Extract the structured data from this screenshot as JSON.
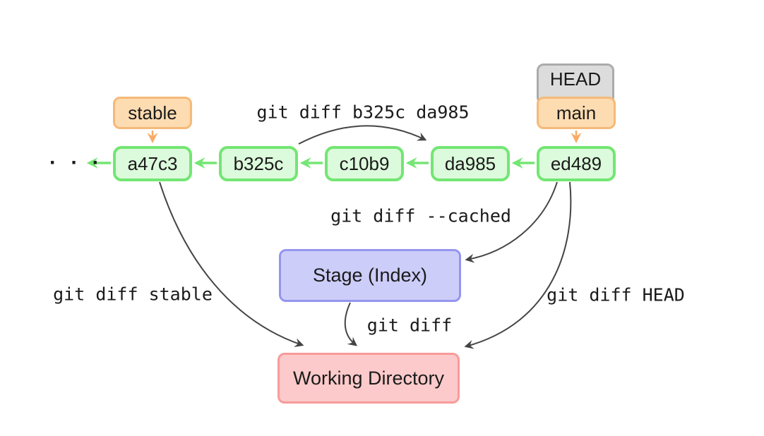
{
  "diagram": {
    "ellipsis": "· · ·",
    "head_label": "HEAD",
    "branches": [
      {
        "label": "stable"
      },
      {
        "label": "main"
      }
    ],
    "commits": [
      {
        "id": "a47c3"
      },
      {
        "id": "b325c"
      },
      {
        "id": "c10b9"
      },
      {
        "id": "da985"
      },
      {
        "id": "ed489"
      }
    ],
    "stage_label": "Stage (Index)",
    "working_dir_label": "Working Directory",
    "commands": {
      "diff_range": "git diff b325c da985",
      "diff_cached": "git diff --cached",
      "diff_stable": "git diff stable",
      "diff_head": "git diff HEAD",
      "diff": "git diff"
    },
    "colors": {
      "green_border": "#73e673",
      "green_fill": "#dcfadc",
      "orange_border": "#f6b978",
      "orange_fill": "#fddcb2",
      "orange_arrow": "#f8ab66",
      "gray_border": "#ababab",
      "gray_fill": "#dcdcdc",
      "purple_border": "#9595f0",
      "purple_fill": "#cdcdf9",
      "red_border": "#f89b9b",
      "red_fill": "#fccaca",
      "arrow_dark": "#444444",
      "text": "#1a1a1a"
    }
  }
}
